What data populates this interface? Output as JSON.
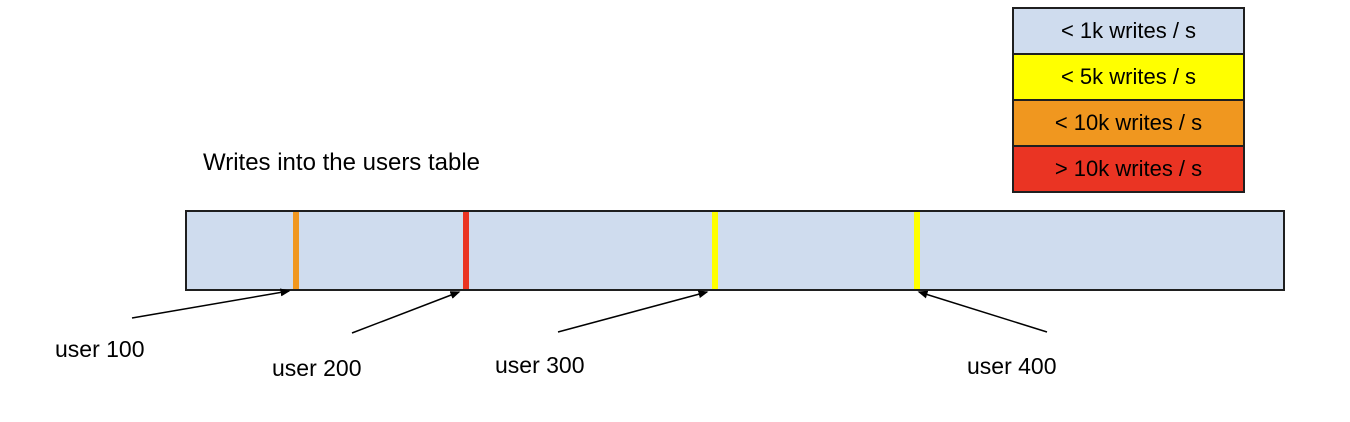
{
  "diagram": {
    "title": "Writes into the users table",
    "bar": {
      "fill": "#cfdcee"
    },
    "markers": [
      {
        "user": "user 100",
        "rate": "< 10k writes / s",
        "color": "#f0971f",
        "left": "9.7%"
      },
      {
        "user": "user 200",
        "rate": "> 10k writes / s",
        "color": "#ea3423",
        "left": "25.2%"
      },
      {
        "user": "user 300",
        "rate": "< 5k writes / s",
        "color": "#ffff00",
        "left": "47.9%"
      },
      {
        "user": "user 400",
        "rate": "< 5k writes / s",
        "color": "#ffff00",
        "left": "66.3%"
      }
    ],
    "labels": [
      {
        "text": "user 100"
      },
      {
        "text": "user 200"
      },
      {
        "text": "user 300"
      },
      {
        "text": "user 400"
      }
    ],
    "legend": {
      "items": [
        {
          "label": "< 1k writes / s",
          "color": "#cfdcee"
        },
        {
          "label": "< 5k writes / s",
          "color": "#ffff00"
        },
        {
          "label": "< 10k writes / s",
          "color": "#f0971f"
        },
        {
          "label": "> 10k writes / s",
          "color": "#ea3423"
        }
      ]
    }
  }
}
